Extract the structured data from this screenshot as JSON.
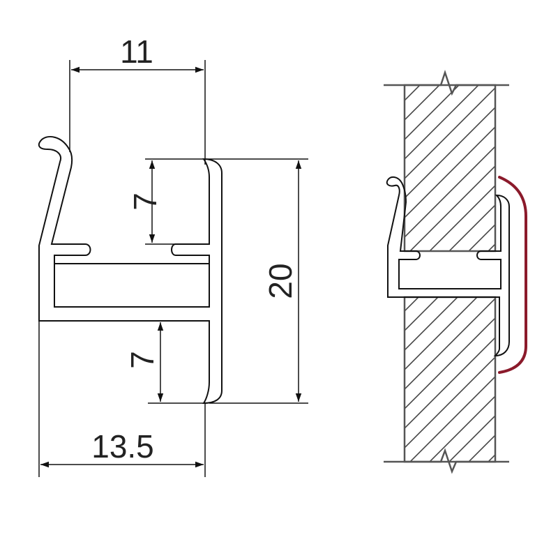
{
  "dimensions": {
    "top_width": "11",
    "upper_slot": "7",
    "overall_height": "20",
    "lower_slot": "7",
    "bottom_width": "13.5"
  },
  "colors": {
    "line": "#111111",
    "wall": "#555555",
    "seal_strip": "#8B1A2B"
  }
}
